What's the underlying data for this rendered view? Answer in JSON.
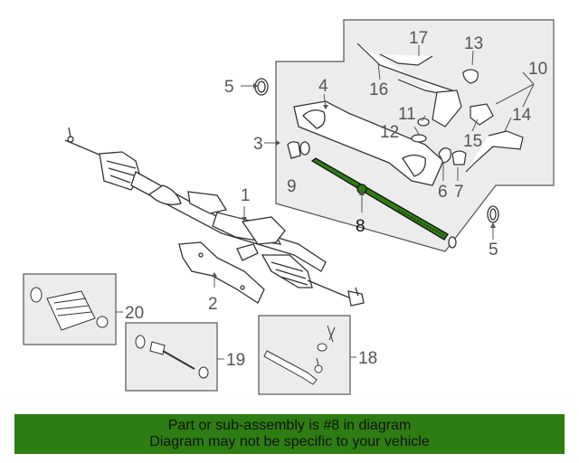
{
  "diagram": {
    "callouts": {
      "c1": "1",
      "c2": "2",
      "c3": "3",
      "c4": "4",
      "c5a": "5",
      "c5b": "5",
      "c6": "6",
      "c7": "7",
      "c8": "8",
      "c9": "9",
      "c10": "10",
      "c11": "11",
      "c12": "12",
      "c13": "13",
      "c14": "14",
      "c15": "15",
      "c16": "16",
      "c17": "17",
      "c18": "18",
      "c19": "19",
      "c20": "20"
    },
    "highlighted_part": "8",
    "highlight_color": "#2e7d12"
  },
  "banner": {
    "line1": "Part or sub-assembly is #8 in diagram",
    "line2": "Diagram may not be specific to your vehicle",
    "background": "#2e7d12"
  }
}
